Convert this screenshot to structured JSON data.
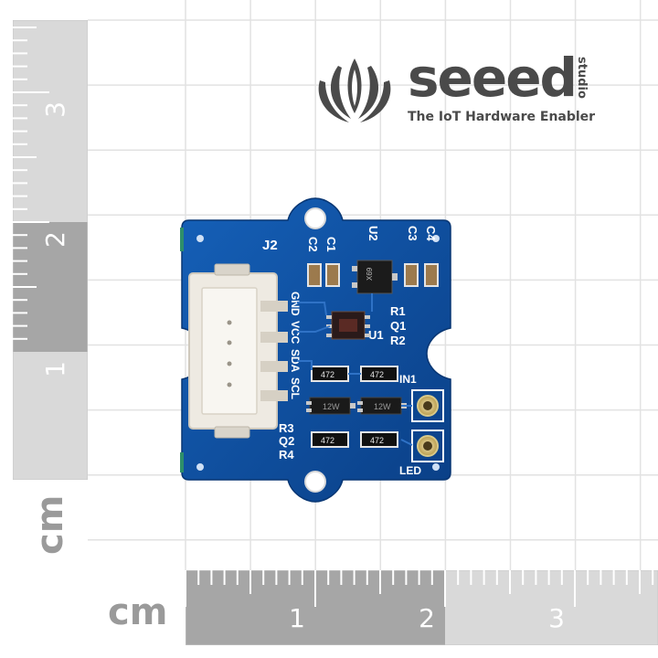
{
  "brand": {
    "wordmark": "seeed",
    "superscript": "studio",
    "tagline": "The IoT Hardware Enabler",
    "color": "#4a4a4a"
  },
  "rulers": {
    "unit": "cm",
    "vertical_labels": [
      "3",
      "2",
      "1"
    ],
    "horizontal_labels": [
      "1",
      "2",
      "3"
    ],
    "dark_color": "#a6a6a6",
    "light_color": "#d9d9d9"
  },
  "board": {
    "pcb_color": "#0d4fa0",
    "connector_label": "J2",
    "pin_labels": [
      "GND",
      "VCC",
      "SDA",
      "SCL"
    ],
    "top_labels": [
      "C2",
      "C1",
      "U2",
      "C3",
      "C4"
    ],
    "right_labels": [
      "R1",
      "Q1",
      "U1",
      "R2"
    ],
    "bottom_left_labels": [
      "R3",
      "Q2",
      "R4"
    ],
    "pad_labels": [
      "IN1",
      "LED"
    ],
    "resistor_marks": [
      "472",
      "472",
      "472",
      "472"
    ],
    "transistor_marks": [
      "12W",
      "12W"
    ],
    "chip_mark": "X69"
  }
}
